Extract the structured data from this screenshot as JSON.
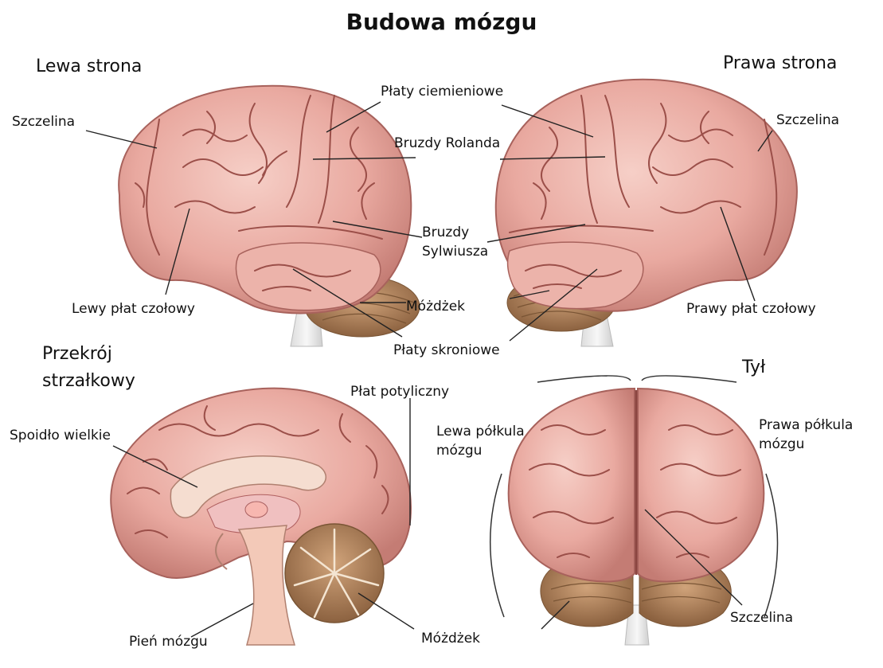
{
  "title": "Budowa mózgu",
  "views": {
    "left": {
      "heading": "Lewa strona",
      "labels": {
        "fissure": "Szczelina",
        "parietal": "Płaty ciemieniowe",
        "rolando": "Bruzdy Rolanda",
        "sylvius": "Bruzdy\nSylwiusza",
        "frontal": "Lewy płat czołowy",
        "cerebellum": "Móżdżek",
        "temporal": "Płaty skroniowe"
      }
    },
    "right": {
      "heading": "Prawa strona",
      "labels": {
        "fissure": "Szczelina",
        "frontal": "Prawy płat czołowy"
      }
    },
    "sagittal": {
      "heading": "Przekrój\nstrzałkowy",
      "labels": {
        "corpus_callosum": "Spoidło wielkie",
        "occipital": "Płat potyliczny",
        "brainstem": "Pień mózgu",
        "cerebellum": "Móżdżek"
      }
    },
    "back": {
      "heading": "Tył",
      "labels": {
        "left_hemisphere": "Lewa półkula\nmózgu",
        "right_hemisphere": "Prawa półkula\nmózgu",
        "fissure": "Szczelina"
      }
    }
  },
  "colors": {
    "cortex": "#e9a9a0",
    "cortex_dark": "#b8706a",
    "cortex_light": "#f6cfc7",
    "sulcus": "#9b4f49",
    "cerebellum": "#b78a62",
    "cerebellum_dark": "#7a5535",
    "stem": "#f3d9c8",
    "leader": "#222222"
  }
}
